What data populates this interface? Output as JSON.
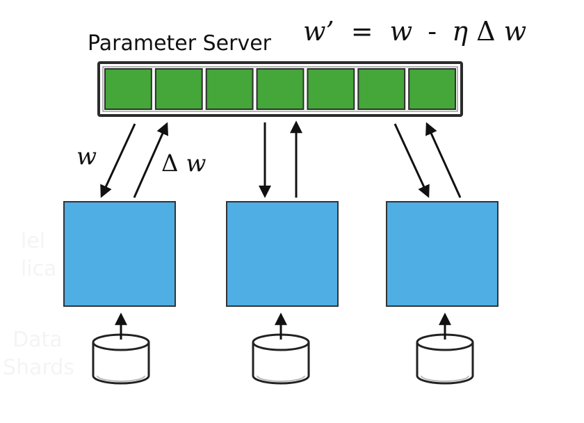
{
  "server": {
    "title": "Parameter Server",
    "shard_count": 7,
    "shard_color": "#45A63A",
    "shard_border": "#2f2f2f",
    "frame_color": "#ffffff"
  },
  "formula": {
    "w_prime": "w’",
    "equals": "=",
    "w": "w",
    "minus": "-",
    "eta": "η",
    "delta": "Δ",
    "dw": "w"
  },
  "edge_labels": {
    "pull": "w",
    "push_delta": "Δ",
    "push_w": "w"
  },
  "workers": {
    "count": 3,
    "color": "#4FAEE3",
    "border": "#333333"
  },
  "data_store_color": "#ffffff",
  "faint_text": {
    "model_1": "lel",
    "model_2": "lica",
    "data_1": "Data",
    "data_2": "Shards"
  }
}
